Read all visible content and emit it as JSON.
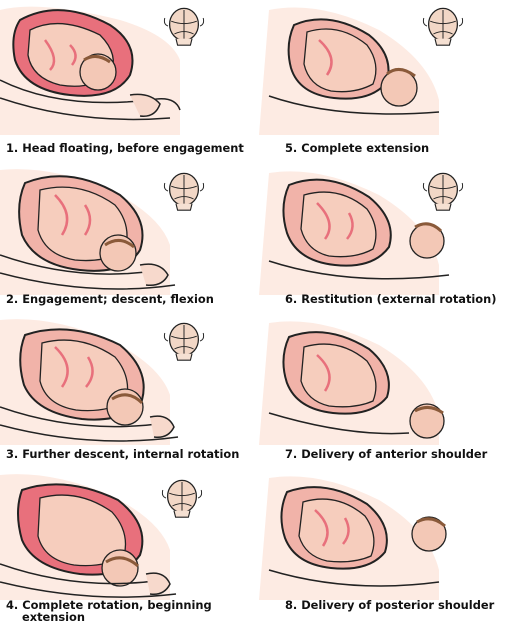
{
  "panels": [
    {
      "id": 1,
      "caption": "1. Head floating, before engagement"
    },
    {
      "id": 2,
      "caption": "2. Engagement; descent, flexion"
    },
    {
      "id": 3,
      "caption": "3. Further descent, internal rotation"
    },
    {
      "id": 4,
      "caption_line1": "4. Complete rotation, beginning",
      "caption_line2": "extension"
    },
    {
      "id": 5,
      "caption": "5. Complete extension"
    },
    {
      "id": 6,
      "caption": "6. Restitution (external rotation)"
    },
    {
      "id": 7,
      "caption": "7. Delivery of anterior shoulder"
    },
    {
      "id": 8,
      "caption": "8. Delivery of posterior shoulder"
    }
  ],
  "colors": {
    "skin": "#fbe3d8",
    "uterus": "#e8707c",
    "outline": "#222222",
    "hair": "#8a5a3a",
    "background": "#ffffff"
  }
}
